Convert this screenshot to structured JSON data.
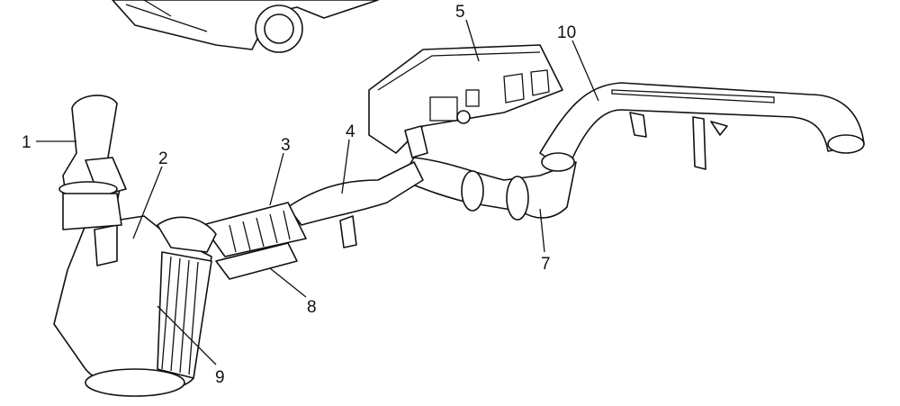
{
  "diagram": {
    "labels": [
      {
        "id": "callout-1",
        "text": "1"
      },
      {
        "id": "callout-2",
        "text": "2"
      },
      {
        "id": "callout-3",
        "text": "3"
      },
      {
        "id": "callout-4",
        "text": "4"
      },
      {
        "id": "callout-5",
        "text": "5"
      },
      {
        "id": "callout-7",
        "text": "7"
      },
      {
        "id": "callout-8",
        "text": "8"
      },
      {
        "id": "callout-9",
        "text": "9"
      },
      {
        "id": "callout-10",
        "text": "10"
      }
    ]
  }
}
